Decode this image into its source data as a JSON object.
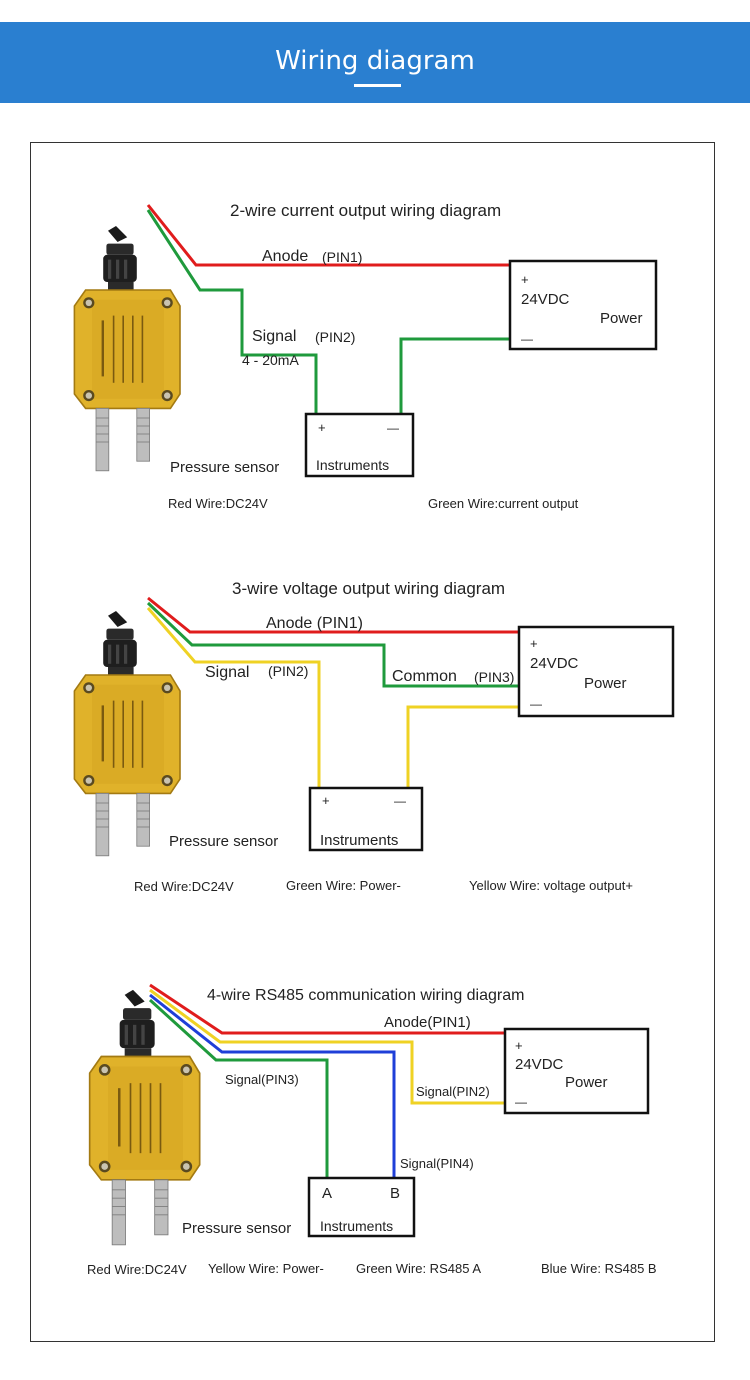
{
  "header": {
    "title": "Wiring diagram"
  },
  "colors": {
    "header_bg": "#2a7fd0",
    "red_wire": "#e01c1c",
    "green_wire": "#1f9a3c",
    "yellow_wire": "#efd224",
    "blue_wire": "#1f3fd8",
    "sensor_body": "#e0b22a"
  },
  "diagrams": [
    {
      "title": "2-wire current output wiring diagram",
      "sensor_label": "Pressure sensor",
      "anode_label": "Anode",
      "anode_pin": "(PIN1)",
      "signal_label": "Signal",
      "signal_pin": "(PIN2)",
      "signal_range": "4 - 20mA",
      "power_plus": "+",
      "power_voltage": "24VDC",
      "power_label": "Power",
      "power_minus": "—",
      "inst_plus": "+",
      "inst_minus": "—",
      "inst_label": "Instruments",
      "legend": [
        "Red Wire:DC24V",
        "Green Wire:current output"
      ]
    },
    {
      "title": "3-wire voltage output wiring diagram",
      "sensor_label": "Pressure sensor",
      "anode_label": "Anode (PIN1)",
      "signal_label": "Signal",
      "signal_pin": "(PIN2)",
      "common_label": "Common",
      "common_pin": "(PIN3)",
      "power_plus": "+",
      "power_voltage": "24VDC",
      "power_label": "Power",
      "power_minus": "—",
      "inst_plus": "+",
      "inst_minus": "—",
      "inst_label": "Instruments",
      "legend": [
        "Red Wire:DC24V",
        "Green Wire: Power-",
        "Yellow Wire: voltage output+"
      ]
    },
    {
      "title": "4-wire RS485 communication wiring diagram",
      "sensor_label": "Pressure sensor",
      "anode_label": "Anode(PIN1)",
      "signal2_label": "Signal(PIN2)",
      "signal3_label": "Signal(PIN3)",
      "signal4_label": "Signal(PIN4)",
      "power_plus": "+",
      "power_voltage": "24VDC",
      "power_label": "Power",
      "power_minus": "—",
      "inst_a": "A",
      "inst_b": "B",
      "inst_label": "Instruments",
      "legend": [
        "Red Wire:DC24V",
        "Yellow Wire: Power-",
        "Green Wire: RS485 A",
        "Blue Wire: RS485 B"
      ]
    }
  ]
}
